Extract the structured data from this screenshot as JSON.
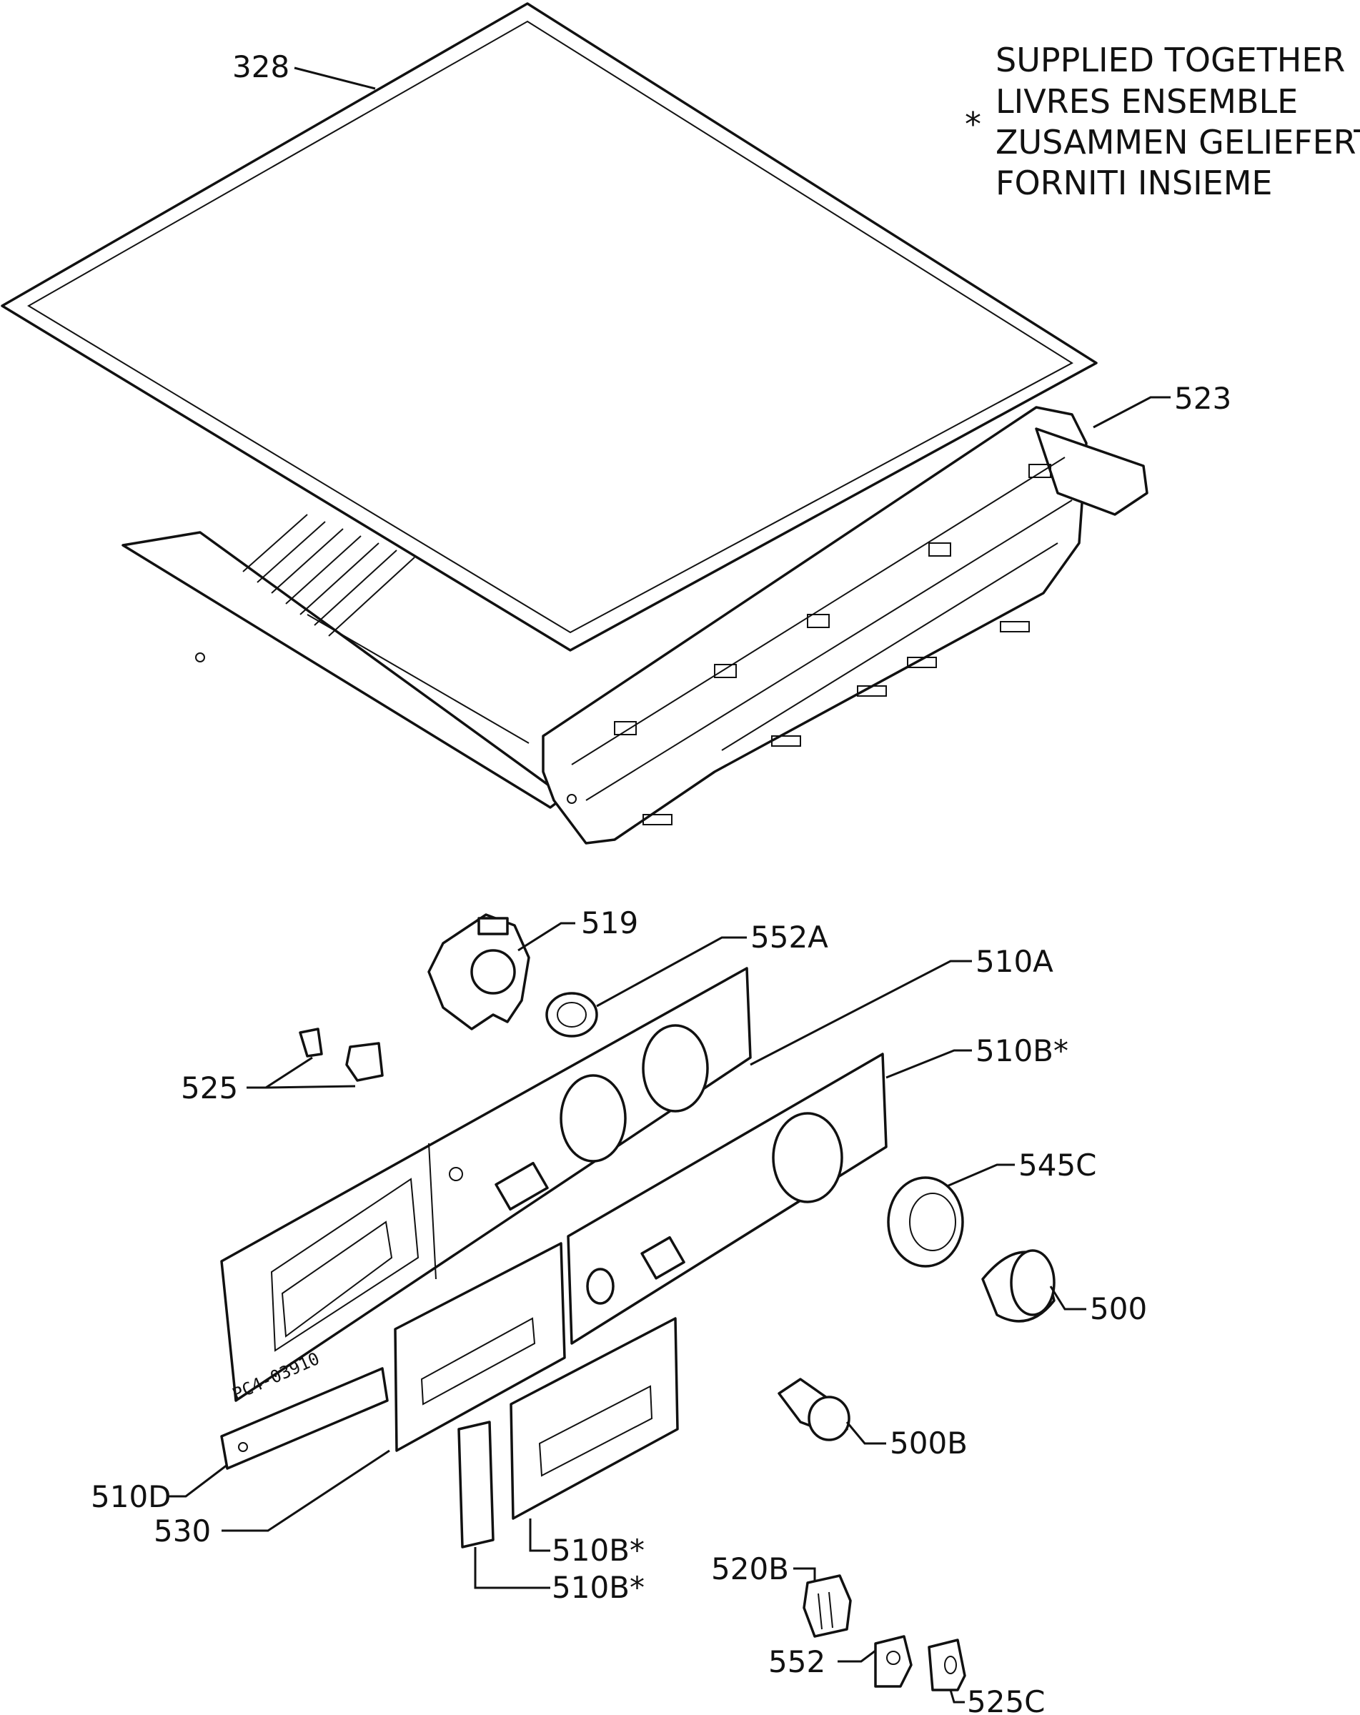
{
  "note": {
    "asterisk": "*",
    "lines": [
      "SUPPLIED TOGETHER",
      "LIVRES ENSEMBLE",
      "ZUSAMMEN GELIEFERT",
      "FORNITI INSIEME"
    ]
  },
  "drawing_code": "PC4-03910",
  "labels": {
    "l328": "328",
    "l523": "523",
    "l519": "519",
    "l552A": "552A",
    "l510A": "510A",
    "l510B_1": "510B*",
    "l525": "525",
    "l545C": "545C",
    "l500": "500",
    "l500B": "500B",
    "l510D": "510D",
    "l530": "530",
    "l510B_2": "510B*",
    "l510B_3": "510B*",
    "l520B": "520B",
    "l552": "552",
    "l525C": "525C"
  }
}
